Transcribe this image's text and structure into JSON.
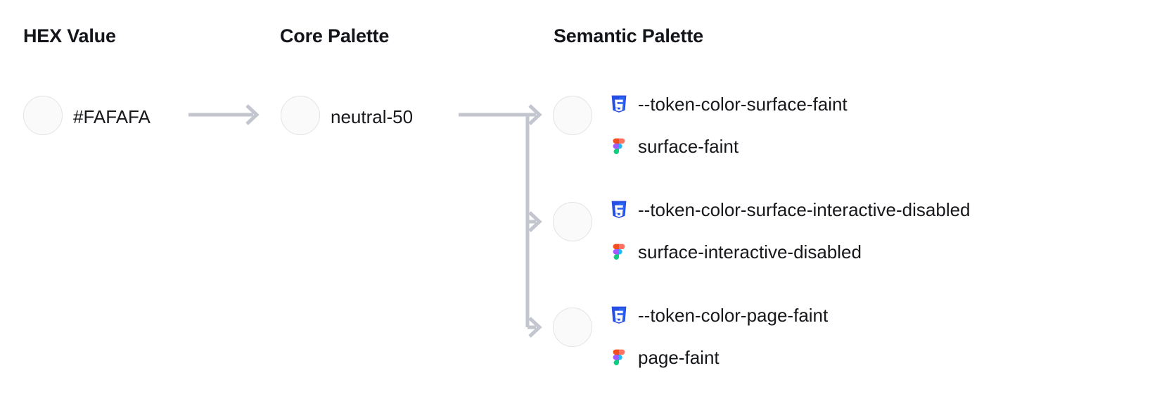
{
  "columns": {
    "hex": {
      "heading": "HEX Value"
    },
    "core": {
      "heading": "Core Palette"
    },
    "semantic": {
      "heading": "Semantic Palette"
    }
  },
  "hex_value": {
    "label": "#FAFAFA",
    "swatch_color": "#FAFAFA",
    "swatch_border": "#E3E3E6"
  },
  "core_value": {
    "label": "neutral-50",
    "swatch_color": "#FAFAFA",
    "swatch_border": "#E3E3E6"
  },
  "semantic_tokens": [
    {
      "css_icon": "css3-icon",
      "css_token": "--token-color-surface-faint",
      "figma_icon": "figma-icon",
      "figma_token": "surface-faint",
      "swatch_color": "#FAFAFA"
    },
    {
      "css_icon": "css3-icon",
      "css_token": "--token-color-surface-interactive-disabled",
      "figma_icon": "figma-icon",
      "figma_token": "surface-interactive-disabled",
      "swatch_color": "#FAFAFA"
    },
    {
      "css_icon": "css3-icon",
      "css_token": "--token-color-page-faint",
      "figma_icon": "figma-icon",
      "figma_token": "page-faint",
      "swatch_color": "#FAFAFA"
    }
  ],
  "connectors": {
    "color": "#C3C6CE",
    "stroke_width": 5,
    "arrow_count": 4
  },
  "palette": {
    "text": "#17181C",
    "heading": "#13151A",
    "background": "#FFFFFF",
    "connector": "#C3C6CE",
    "css_blue": "#2965F1",
    "css_blue_dark": "#264DE4",
    "figma_red": "#F24E1E",
    "figma_purple": "#A259FF",
    "figma_blue": "#1ABCFE",
    "figma_green": "#0ACF83",
    "figma_orange": "#FF7262"
  }
}
